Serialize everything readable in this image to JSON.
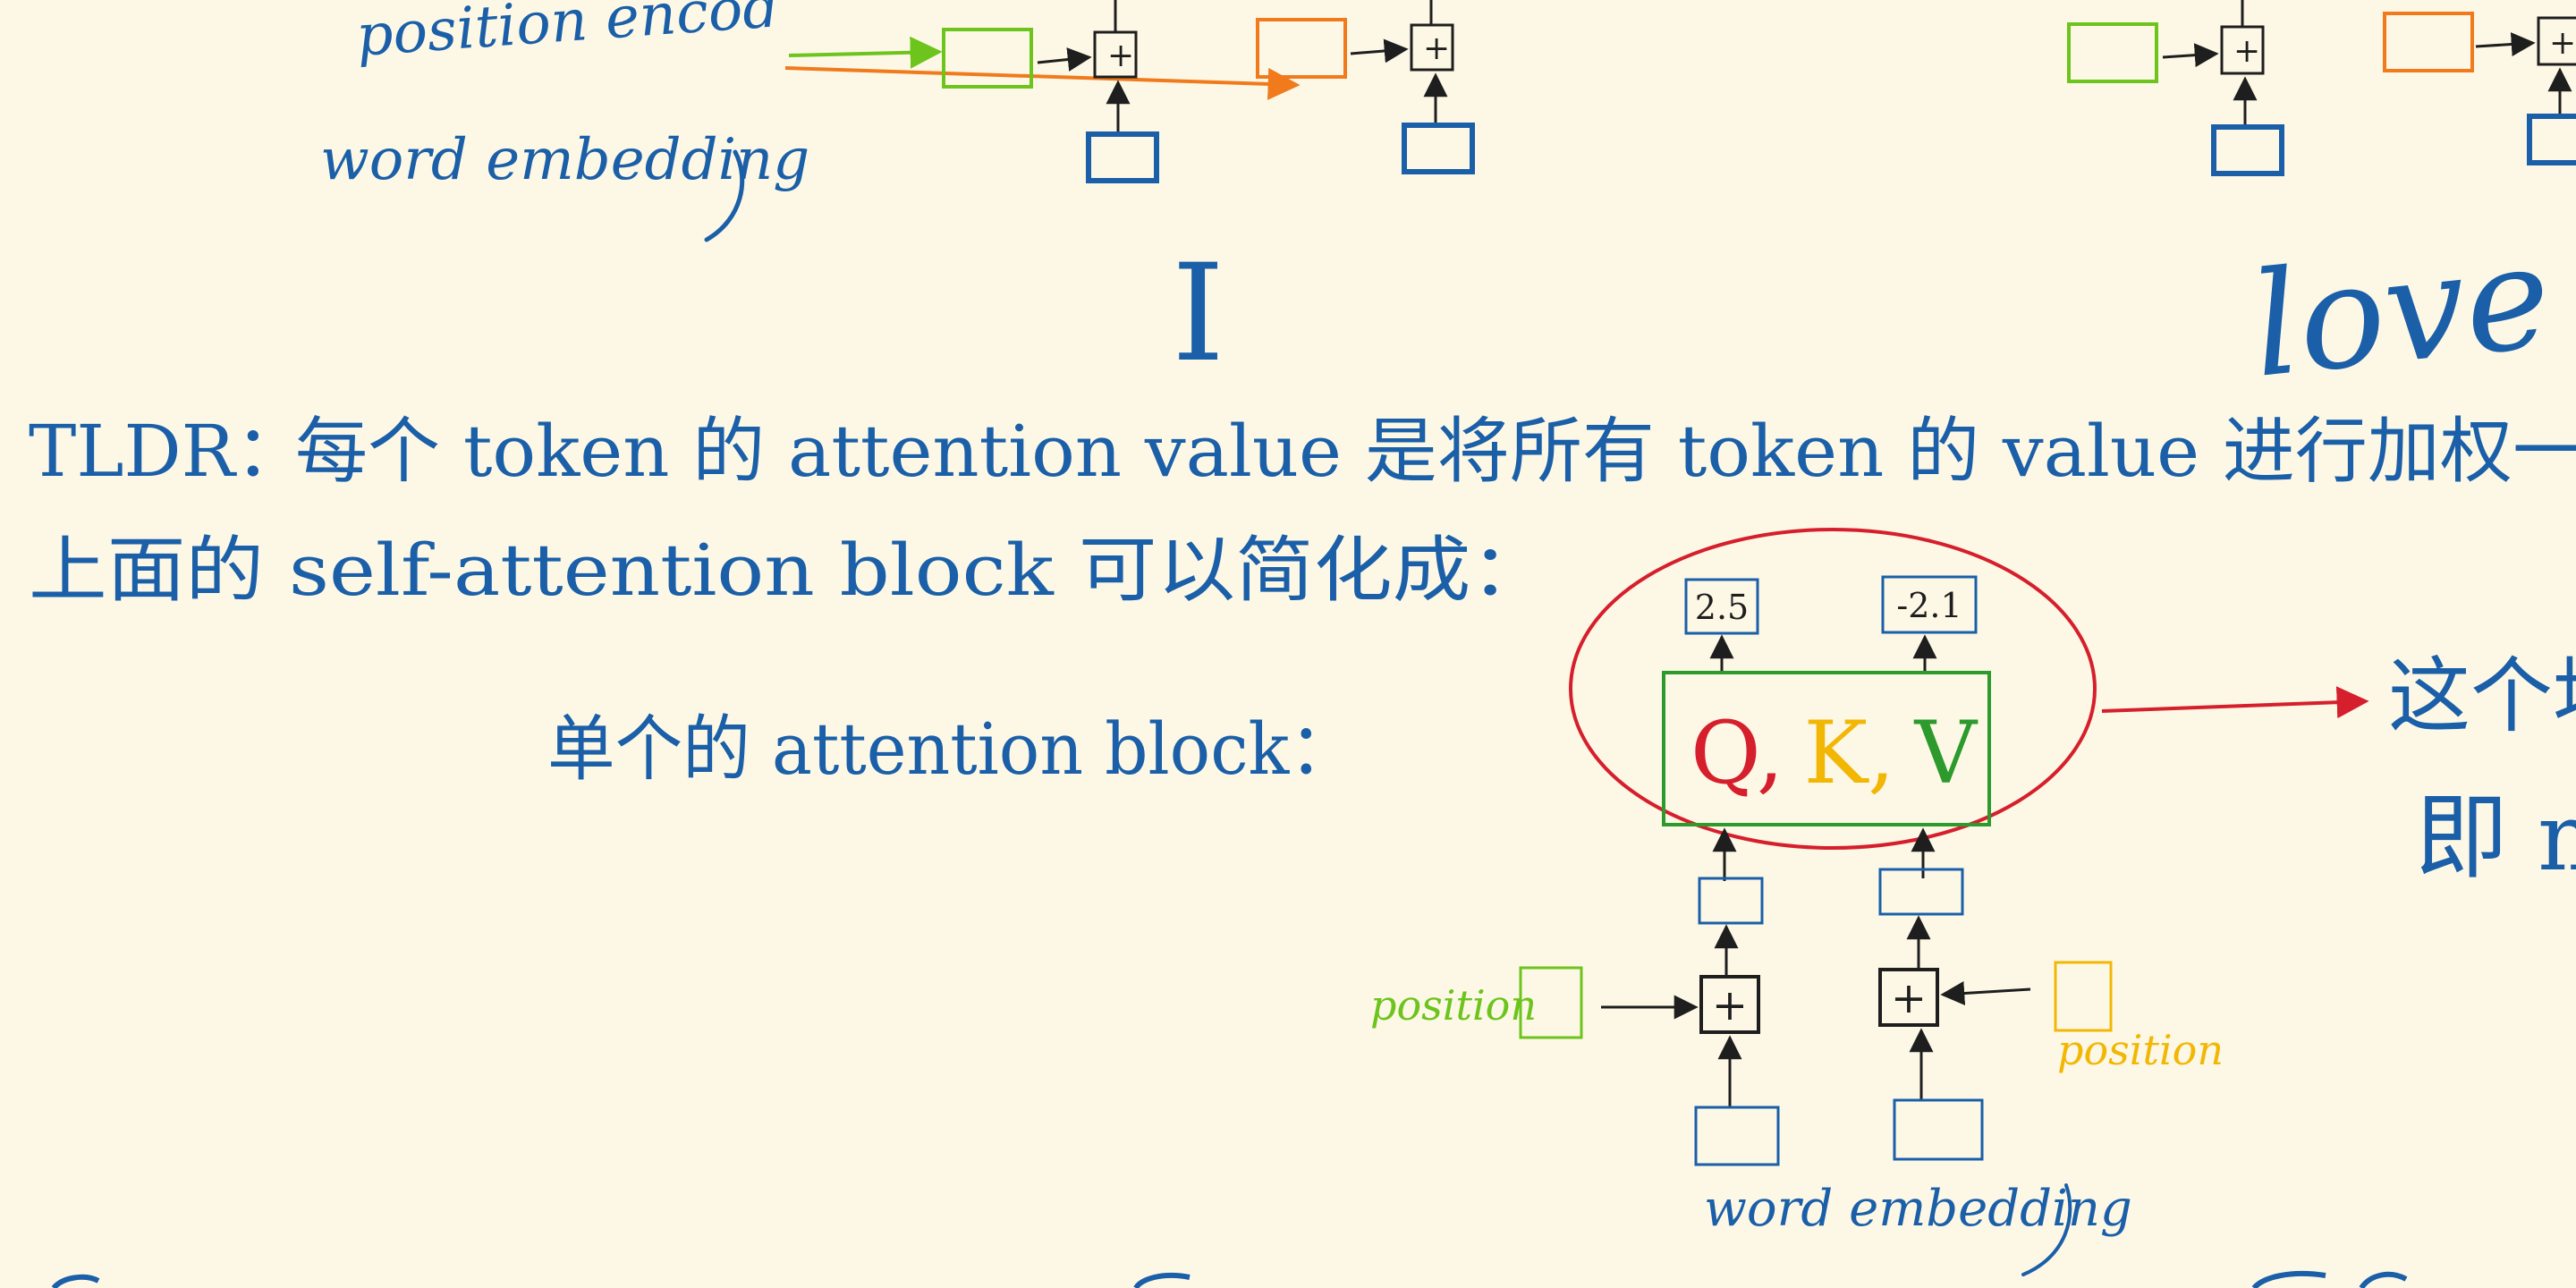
{
  "colors": {
    "background": "#fdf8e6",
    "ink_blue": "#1a5fa8",
    "ink_red": "#d61f2c",
    "ink_green": "#2c9a2c",
    "ink_lime": "#6cc41c",
    "ink_orange": "#f07a1c",
    "ink_yellow": "#f2b705",
    "ink_black": "#1e1e1e"
  },
  "top_diagram": {
    "position_label": "position encod",
    "word_embedding_label": "word embedding",
    "add_symbol": "+",
    "word_I": "I",
    "word_love": "love"
  },
  "tldr": {
    "label": "TLDR：",
    "text": "每个 token 的 attention value 是将所有 token 的 value 进行加权一"
  },
  "simplify_line": "上面的 self-attention block 可以简化成：",
  "single_block_label": "单个的 attention block：",
  "block_diagram": {
    "output_left": "2.5",
    "output_right": "-2.1",
    "qkv_q": "Q",
    "qkv_comma1": ",",
    "qkv_k": "K",
    "qkv_comma2": ",",
    "qkv_v": "V",
    "add_symbol": "+",
    "position_left": "position",
    "position_right": "position",
    "word_embedding": "word embedding"
  },
  "right_note": {
    "line1": "这个地",
    "line2": "即 m"
  }
}
